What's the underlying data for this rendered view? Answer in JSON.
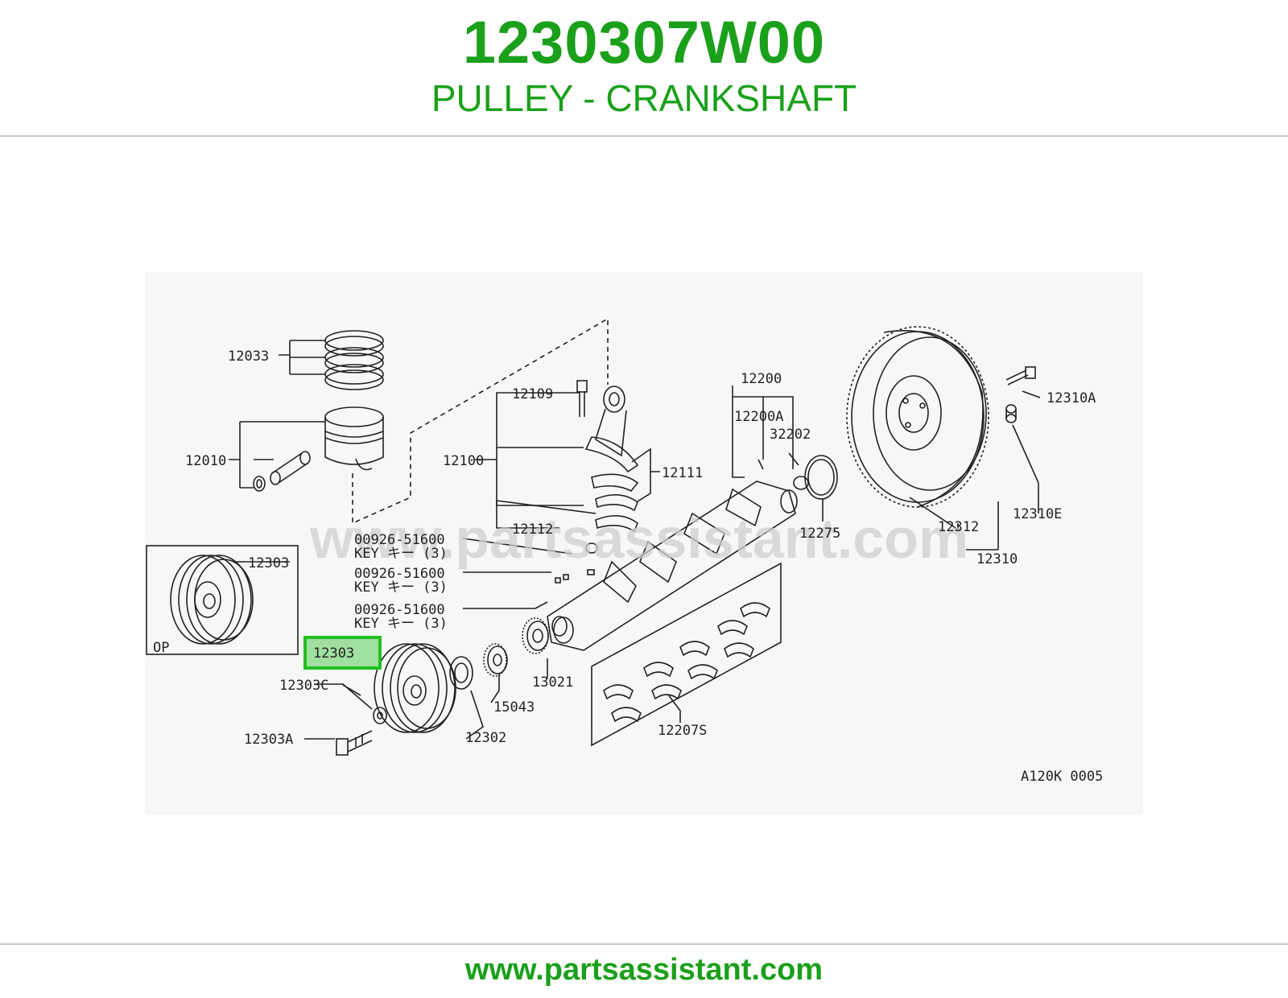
{
  "header": {
    "part_number": "1230307W00",
    "part_name": "PULLEY - CRANKSHAFT"
  },
  "footer": {
    "url": "www.partsassistant.com"
  },
  "diagram": {
    "watermark": "www.partsassistant.com",
    "code": "A120K 0005",
    "highlight_color": "#22c022",
    "highlighted_part": "12303",
    "callouts": {
      "c12033": "12033",
      "c12010": "12010",
      "c12109": "12109",
      "c12100": "12100",
      "c12111": "12111",
      "c12112": "12112",
      "c12200": "12200",
      "c12200a": "12200A",
      "c32202": "32202",
      "c12275": "12275",
      "c12312": "12312",
      "c12310": "12310",
      "c12310a": "12310A",
      "c12310e": "12310E",
      "c12303_op": "12303",
      "c12303": "12303",
      "c12303c": "12303C",
      "c12303a": "12303A",
      "c12302": "12302",
      "c15043": "15043",
      "c13021": "13021",
      "c12207s": "12207S",
      "key1_part": "00926-51600",
      "key1_desc": "KEY キー (3)",
      "key2_part": "00926-51600",
      "key2_desc": "KEY キー (3)",
      "key3_part": "00926-51600",
      "key3_desc": "KEY キー (3)",
      "op": "OP"
    }
  }
}
